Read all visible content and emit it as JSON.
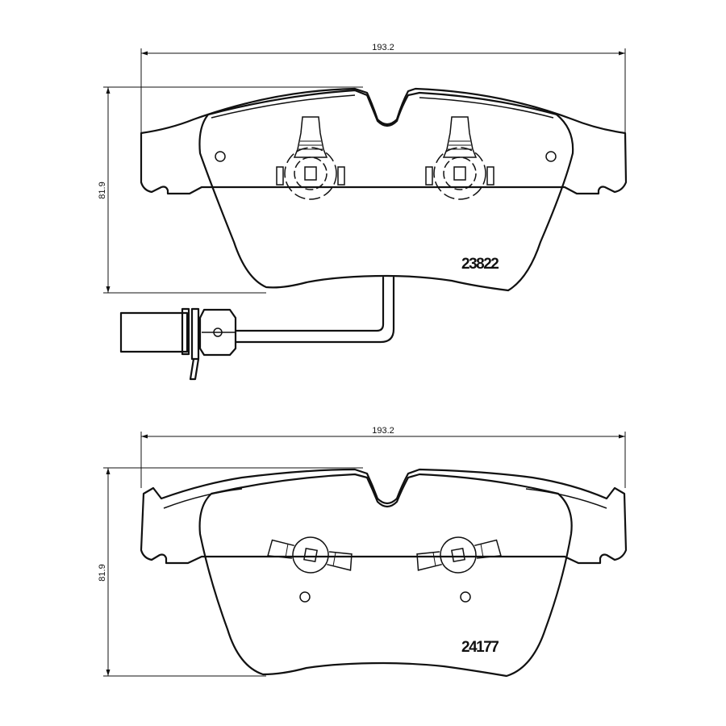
{
  "drawing": {
    "top_pad": {
      "width_label": "193.2",
      "height_label": "81.9",
      "part_number": "23822",
      "has_wear_sensor": true
    },
    "bottom_pad": {
      "width_label": "193.2",
      "height_label": "81.9",
      "part_number": "24177",
      "has_wear_sensor": false
    },
    "line_color": "#111111",
    "background": "#ffffff"
  }
}
